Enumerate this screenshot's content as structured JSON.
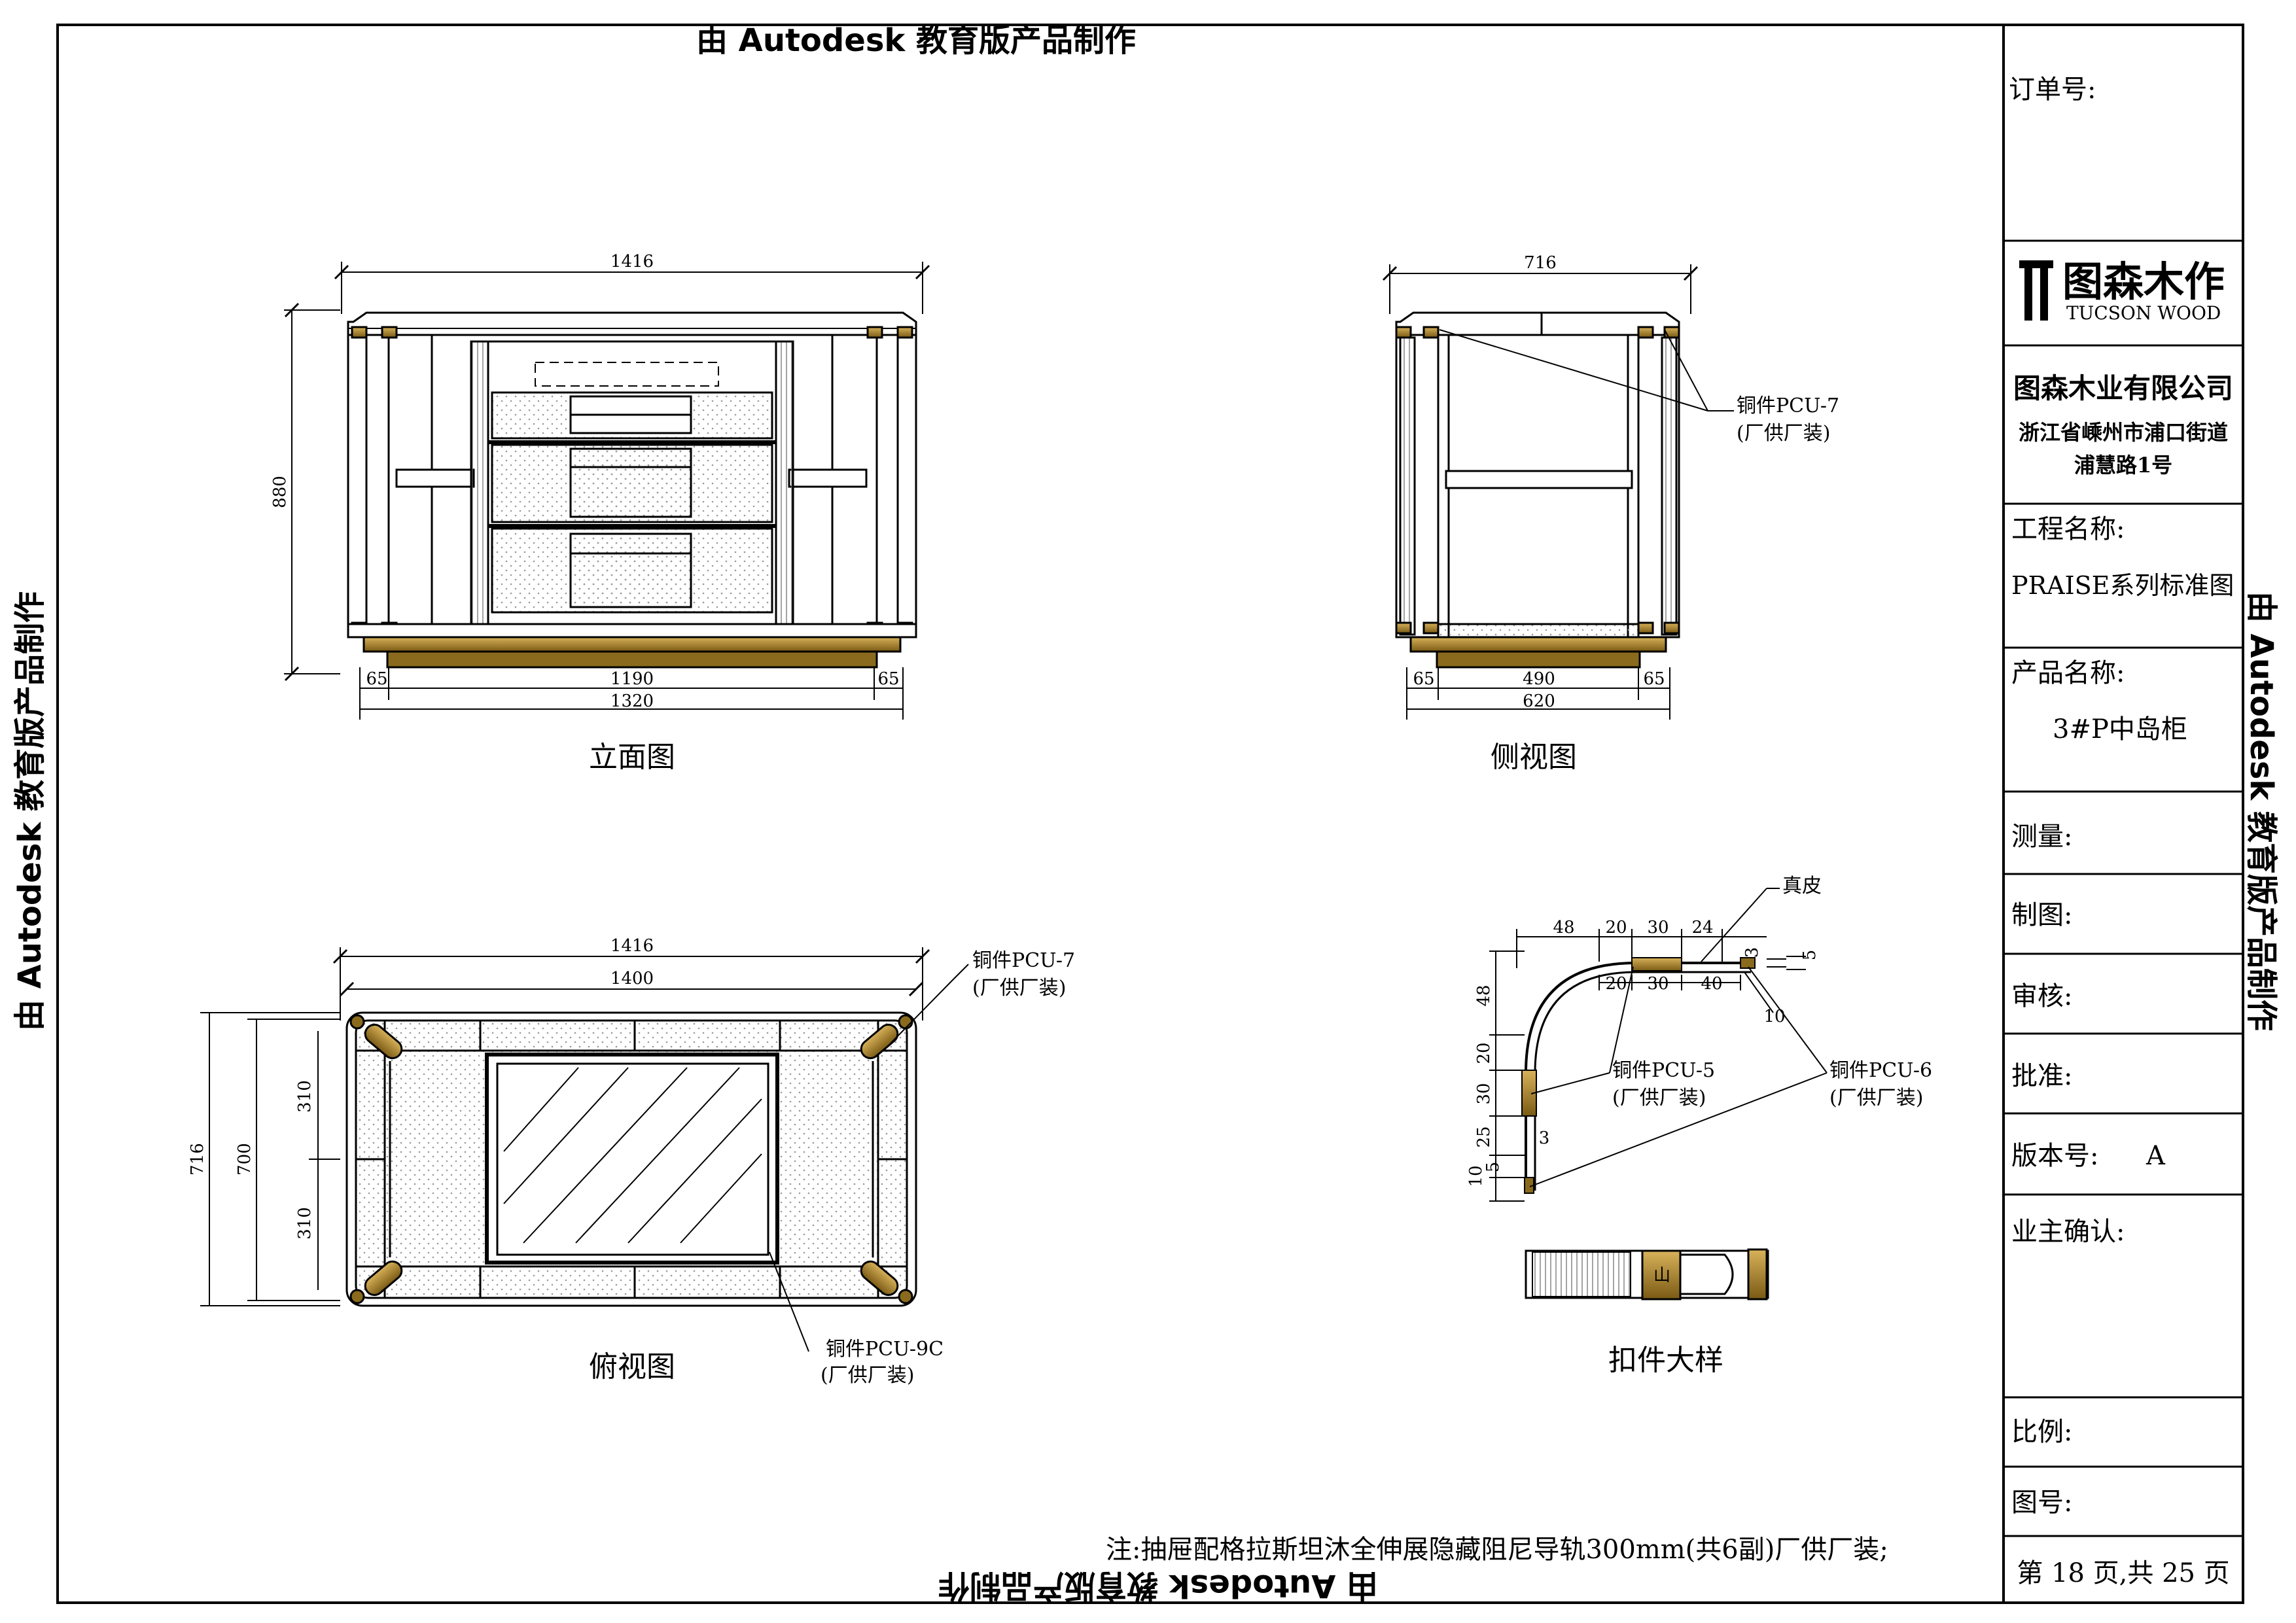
{
  "watermark": "由 Autodesk 教育版产品制作",
  "title_block": {
    "order_no_label": "订单号:",
    "logo_cn": "图森木作",
    "logo_en": "TUCSON WOOD",
    "company": "图森木业有限公司",
    "address_line1": "浙江省嵊州市浦口街道",
    "address_line2": "浦慧路1号",
    "project_label": "工程名称:",
    "project_value": "PRAISE系列标准图",
    "product_label": "产品名称:",
    "product_value": "3#P中岛柜",
    "measure_label": "测量:",
    "drawing_label": "制图:",
    "review_label": "审核:",
    "approve_label": "批准:",
    "version_label": "版本号:",
    "version_value": "A",
    "owner_label": "业主确认:",
    "scale_label": "比例:",
    "drawing_no_label": "图号:",
    "page_info": "第 18 页,共 25 页"
  },
  "views": {
    "elevation": {
      "caption": "立面图",
      "dim_width": "1416",
      "dim_height": "880",
      "dim_left": "65",
      "dim_mid": "1190",
      "dim_right": "65",
      "dim_base": "1320"
    },
    "side": {
      "caption": "侧视图",
      "dim_width": "716",
      "dim_left": "65",
      "dim_mid": "490",
      "dim_right": "65",
      "dim_base": "620",
      "callout_line1": "铜件PCU-7",
      "callout_line2": "(厂供厂装)"
    },
    "top": {
      "caption": "俯视图",
      "dim_outer": "1416",
      "dim_inner": "1400",
      "dim_depth_outer": "716",
      "dim_depth_inner": "700",
      "dim_half_top": "310",
      "dim_half_bottom": "310",
      "callout_a_line1": "铜件PCU-7",
      "callout_a_line2": "(厂供厂装)",
      "callout_b_line1": "铜件PCU-9C",
      "callout_b_line2": "(厂供厂装)"
    },
    "detail": {
      "caption": "扣件大样",
      "leather": "真皮",
      "d48": "48",
      "d20": "20",
      "d30": "30",
      "d24": "24",
      "d3": "3",
      "d5": "5",
      "d20b": "20",
      "d30b": "30",
      "d40": "40",
      "d10": "10",
      "v48": "48",
      "v20": "20",
      "v30": "30",
      "v25": "25",
      "v3": "3",
      "v10": "10",
      "v5": "5",
      "pcu5_line1": "铜件PCU-5",
      "pcu5_line2": "(厂供厂装)",
      "pcu6_line1": "铜件PCU-6",
      "pcu6_line2": "(厂供厂装)",
      "clip_mark": "山"
    }
  },
  "note": "注:抽屉配格拉斯坦沐全伸展隐藏阻尼导轨300mm(共6副)厂供厂装;",
  "colors": {
    "bronze": "#8a6a1c",
    "bronze_light": "#c9a24a",
    "line": "#000000"
  }
}
